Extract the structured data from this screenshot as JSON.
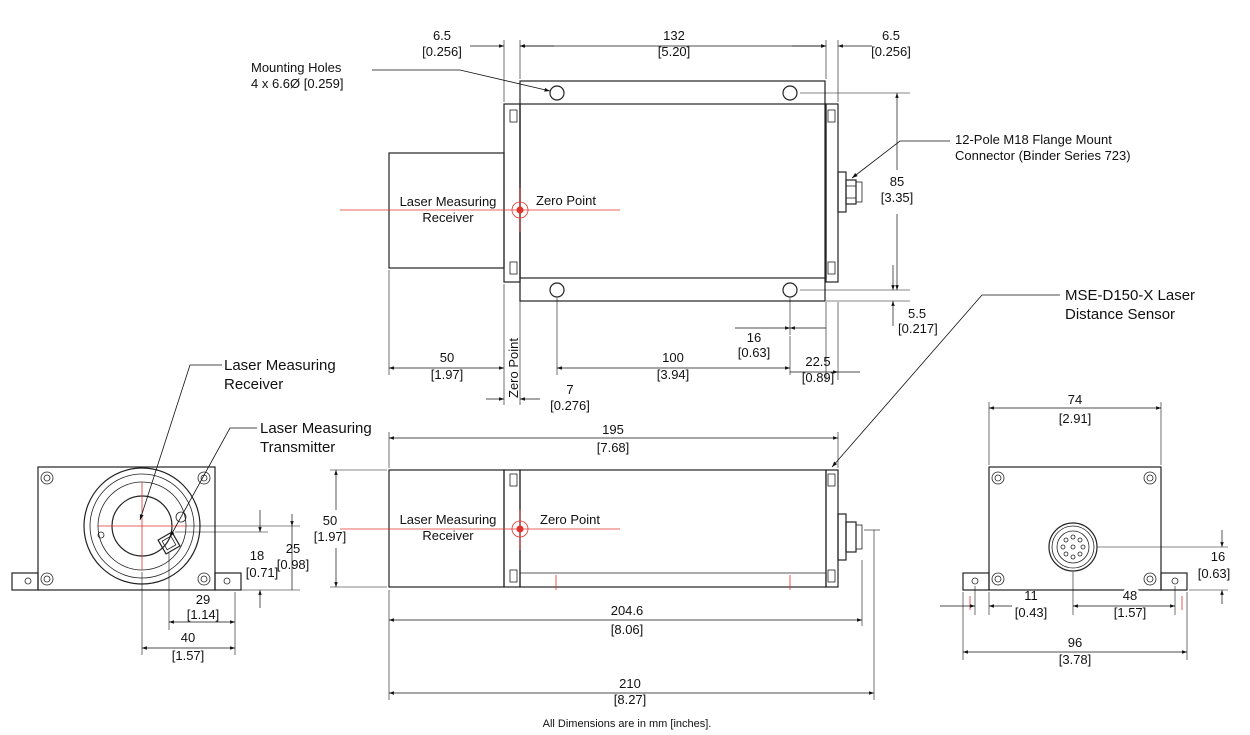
{
  "labels": {
    "mounting_holes_1": "Mounting Holes",
    "mounting_holes_2": "4 x 6.6Ø [0.259]",
    "connector_1": "12-Pole M18 Flange Mount",
    "connector_2": "Connector (Binder Series 723)",
    "receiver_top_1": "Laser Measuring",
    "receiver_top_2": "Receiver",
    "zero_point_top": "Zero Point",
    "zero_point_vertical": "Zero Point",
    "sensor_1": "MSE-D150-X Laser",
    "sensor_2": "Distance Sensor",
    "front_receiver_1": "Laser Measuring",
    "front_receiver_2": "Receiver",
    "front_transmitter_1": "Laser Measuring",
    "front_transmitter_2": "Transmitter",
    "receiver_side_1": "Laser Measuring",
    "receiver_side_2": "Receiver",
    "zero_point_side": "Zero Point",
    "footnote": "All Dimensions are in mm [inches]."
  },
  "dims": {
    "d6_5_left": {
      "mm": "6.5",
      "in": "[0.256]"
    },
    "d132": {
      "mm": "132",
      "in": "[5.20]"
    },
    "d6_5_right": {
      "mm": "6.5",
      "in": "[0.256]"
    },
    "d85": {
      "mm": "85",
      "in": "[3.35]"
    },
    "d5_5": {
      "mm": "5.5",
      "in": "[0.217]"
    },
    "d16_top": {
      "mm": "16",
      "in": "[0.63]"
    },
    "d100": {
      "mm": "100",
      "in": "[3.94]"
    },
    "d22_5": {
      "mm": "22.5",
      "in": "[0.89]"
    },
    "d50_top": {
      "mm": "50",
      "in": "[1.97]"
    },
    "d7": {
      "mm": "7",
      "in": "[0.276]"
    },
    "d195": {
      "mm": "195",
      "in": "[7.68]"
    },
    "d50_side": {
      "mm": "50",
      "in": "[1.97]"
    },
    "d204_6": {
      "mm": "204.6",
      "in": "[8.06]"
    },
    "d210": {
      "mm": "210",
      "in": "[8.27]"
    },
    "d18": {
      "mm": "18",
      "in": "[0.71]"
    },
    "d25": {
      "mm": "25",
      "in": "[0.98]"
    },
    "d29": {
      "mm": "29",
      "in": "[1.14]"
    },
    "d40": {
      "mm": "40",
      "in": "[1.57]"
    },
    "d74": {
      "mm": "74",
      "in": "[2.91]"
    },
    "d16_rear": {
      "mm": "16",
      "in": "[0.63]"
    },
    "d11": {
      "mm": "11",
      "in": "[0.43]"
    },
    "d48": {
      "mm": "48",
      "in": "[1.57]"
    },
    "d96": {
      "mm": "96",
      "in": "[3.78]"
    }
  },
  "colors": {
    "line": "#222222",
    "zero_marker": "#e0322d"
  }
}
